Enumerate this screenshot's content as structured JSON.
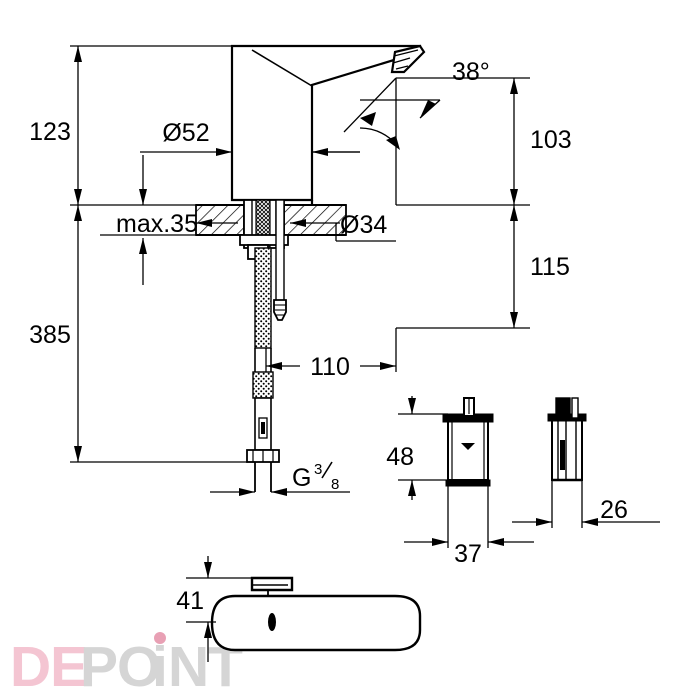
{
  "document": {
    "type": "technical-dimension-drawing",
    "subject": "Infrared sensor basin faucet with mounting hardware",
    "units": "mm",
    "background_color": "#ffffff",
    "line_color": "#000000"
  },
  "dimensions": {
    "height_above_counter": "123",
    "counter_thickness": "max.35",
    "total_height": "385",
    "spout_diameter": "Ø52",
    "shank_diameter": "Ø34",
    "spout_angle": "38°",
    "spout_height": "103",
    "below_counter": "115",
    "spout_reach": "110",
    "thread_size_letter": "G",
    "thread_size_numerator": "3",
    "thread_size_denominator": "8",
    "box_height": "48",
    "box_width": "37",
    "box_depth": "26",
    "top_view_width": "41"
  },
  "watermark": {
    "part1": "DE",
    "part2": "PO",
    "dot_letter": "i",
    "part3": "NT",
    "color_pink": "#f4c5d2",
    "color_gray": "#d5d5d5",
    "color_dot": "#e8a0b4"
  }
}
